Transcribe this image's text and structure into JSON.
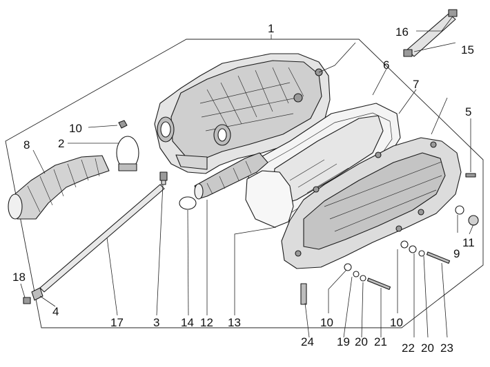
{
  "diagram": {
    "colors": {
      "line": "#1a1a1a",
      "part_fill_light": "#f2f2f2",
      "part_fill_mid": "#d9d9d9",
      "part_fill_dark": "#9a9a9a",
      "background": "#ffffff"
    },
    "callouts": [
      {
        "id": "c1",
        "text": "1"
      },
      {
        "id": "c2",
        "text": "2"
      },
      {
        "id": "c3",
        "text": "3"
      },
      {
        "id": "c4",
        "text": "4"
      },
      {
        "id": "c5",
        "text": "5"
      },
      {
        "id": "c6",
        "text": "6"
      },
      {
        "id": "c7",
        "text": "7"
      },
      {
        "id": "c8",
        "text": "8"
      },
      {
        "id": "c9",
        "text": "9"
      },
      {
        "id": "c10a",
        "text": "10"
      },
      {
        "id": "c10b",
        "text": "10"
      },
      {
        "id": "c10c",
        "text": "10"
      },
      {
        "id": "c11",
        "text": "11"
      },
      {
        "id": "c12",
        "text": "12"
      },
      {
        "id": "c13",
        "text": "13"
      },
      {
        "id": "c14",
        "text": "14"
      },
      {
        "id": "c15",
        "text": "15"
      },
      {
        "id": "c16",
        "text": "16"
      },
      {
        "id": "c17",
        "text": "17"
      },
      {
        "id": "c18",
        "text": "18"
      },
      {
        "id": "c19",
        "text": "19"
      },
      {
        "id": "c20a",
        "text": "20"
      },
      {
        "id": "c20b",
        "text": "20"
      },
      {
        "id": "c21",
        "text": "21"
      },
      {
        "id": "c22",
        "text": "22"
      },
      {
        "id": "c23",
        "text": "23"
      },
      {
        "id": "c24",
        "text": "24"
      }
    ]
  }
}
